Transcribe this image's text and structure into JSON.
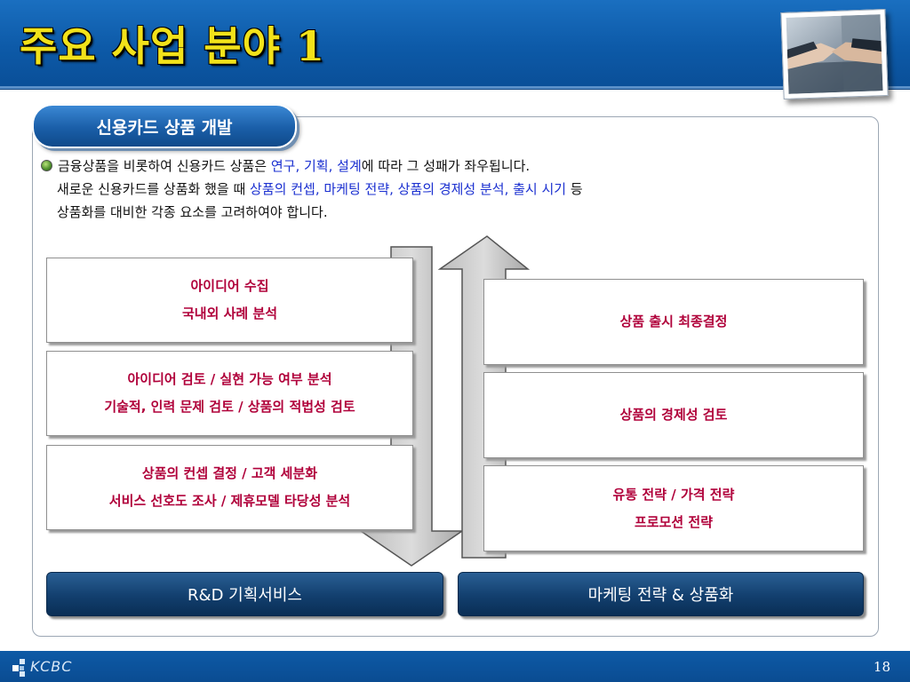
{
  "header": {
    "title": "주요 사업 분야 1"
  },
  "section": {
    "tab_label": "신용카드 상품 개발"
  },
  "intro": {
    "line1_a": "금융상품을 비롯하여 신용카드 상품은 ",
    "line1_hl": "연구, 기획, 설계",
    "line1_b": "에 따라 그 성패가 좌우됩니다.",
    "line2_a": "새로운 신용카드를 상품화 했을 때 ",
    "line2_hl": "상품의 컨셉, 마케팅 전략, 상품의 경제성 분석, 출시 시기",
    "line2_b": " 등",
    "line3": "상품화를 대비한 각종 요소를 고려하여야 합니다."
  },
  "left_column": [
    {
      "line1": "아이디어 수집",
      "line2": "국내외 사례 분석"
    },
    {
      "line1": "아이디어 검토 / 실현 가능 여부 분석",
      "line2": "기술적, 인력 문제 검토 / 상품의 적법성 검토"
    },
    {
      "line1": "상품의 컨셉 결정 / 고객 세분화",
      "line2": "서비스 선호도 조사 / 제휴모델 타당성 분석"
    }
  ],
  "right_column": [
    {
      "line1": "상품 출시 최종결정",
      "line2": ""
    },
    {
      "line1": "상품의 경제성 검토",
      "line2": ""
    },
    {
      "line1": "유통 전략 / 가격 전략",
      "line2": "프로모션 전략"
    }
  ],
  "bottom": {
    "left_label": "R&D 기획서비스",
    "right_label": "마케팅 전략 & 상품화"
  },
  "footer": {
    "logo_text": "KCBC",
    "page_number": "18"
  },
  "colors": {
    "header_blue": "#0d5aa8",
    "title_yellow": "#f2e21a",
    "box_text_red": "#b0003a",
    "highlight_blue": "#1a2fd0",
    "bar_navy": "#123f6e"
  },
  "icons": {
    "bullet": "green-sphere-bullet-icon",
    "down_arrow": "arrow-down-icon",
    "up_arrow": "arrow-up-icon",
    "logo": "kcbc-logo-icon"
  }
}
